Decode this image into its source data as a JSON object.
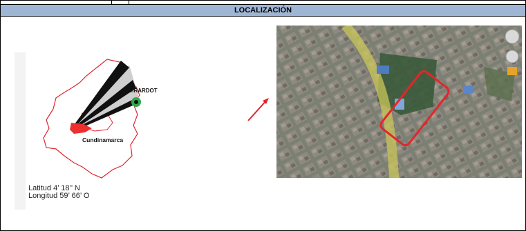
{
  "section_title": "LOCALIZACIÓN",
  "map": {
    "city_label": "GIRARDOT",
    "department_label": "Cundinamarca",
    "latitude_text": "Latitud 4’ 18’’ N",
    "longitude_text": "Longitud 59’ 66’ O",
    "colors": {
      "outline": "#e0242c",
      "highlight": "#ee2f2f",
      "marker": "#2fa84f",
      "ray_dark": "#111111",
      "ray_light": "#cfcfcf"
    }
  },
  "satellite": {
    "image_name": "satellite-map-image",
    "colors": {
      "highlight_box": "#e3262b",
      "road": "#c9c65a"
    }
  },
  "arrow": {
    "color": "#e3262b"
  }
}
